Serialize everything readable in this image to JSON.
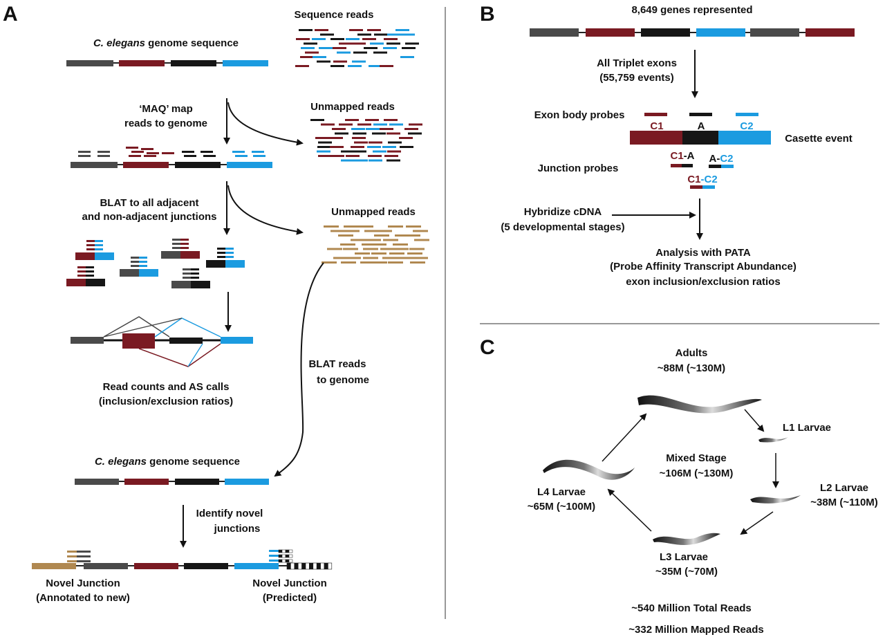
{
  "colors": {
    "gray": "#4a4a4a",
    "maroon": "#7a1a22",
    "black": "#161616",
    "blue": "#1b9be0",
    "tan": "#b08850",
    "line": "#222222"
  },
  "panel_a": {
    "letter": "A",
    "genome_title_italic": "C. elegans",
    "genome_title_rest": " genome sequence",
    "sequence_reads": "Sequence reads",
    "maq_line1": "‘MAQ’ map",
    "maq_line2": "reads to genome",
    "unmapped_reads_1": "Unmapped reads",
    "blat_line1": "BLAT to all adjacent",
    "blat_line2": "and non-adjacent junctions",
    "unmapped_reads_2": "Unmapped reads",
    "blat_genome_line1": "BLAT reads",
    "blat_genome_line2": "to genome",
    "readcounts_line1": "Read counts and AS calls",
    "readcounts_line2": "(inclusion/exclusion ratios)",
    "genome2_title_italic": "C. elegans",
    "genome2_title_rest": " genome sequence",
    "identify_line1": "Identify novel",
    "identify_line2": "junctions",
    "novel_left_line1": "Novel Junction",
    "novel_left_line2": "(Annotated to new)",
    "novel_right_line1": "Novel Junction",
    "novel_right_line2": "(Predicted)"
  },
  "panel_b": {
    "letter": "B",
    "genes": "8,649 genes represented",
    "triplet_line1": "All Triplet exons",
    "triplet_line2": "(55,759 events)",
    "exon_body_probes": "Exon body probes",
    "c1": "C1",
    "a": "A",
    "c2": "C2",
    "casette": "Casette event",
    "junction_probes": "Junction probes",
    "c1a_c1": "C1",
    "c1a_a": "-A",
    "ac2_a": "A-",
    "ac2_c2": "C2",
    "c1c2_c1": "C1",
    "c1c2_c2": "-C2",
    "hybridize_line1": "Hybridize cDNA",
    "hybridize_line2": "(5 developmental stages)",
    "analysis_line1": "Analysis with PATA",
    "analysis_line2": "(Probe Affinity Transcript Abundance)",
    "analysis_line3": "exon inclusion/exclusion ratios"
  },
  "panel_c": {
    "letter": "C",
    "adults_name": "Adults",
    "adults_reads": "~88M (~130M)",
    "l1_name": "L1 Larvae",
    "l2_name": "L2 Larvae",
    "l2_reads": "~38M (~110M)",
    "mixed_name": "Mixed Stage",
    "mixed_reads": "~106M (~130M)",
    "l4_name": "L4 Larvae",
    "l4_reads": "~65M (~100M)",
    "l3_name": "L3 Larvae",
    "l3_reads": "~35M (~70M)",
    "total_reads": "~540 Million Total Reads",
    "mapped_reads": "~332 Million Mapped Reads"
  }
}
